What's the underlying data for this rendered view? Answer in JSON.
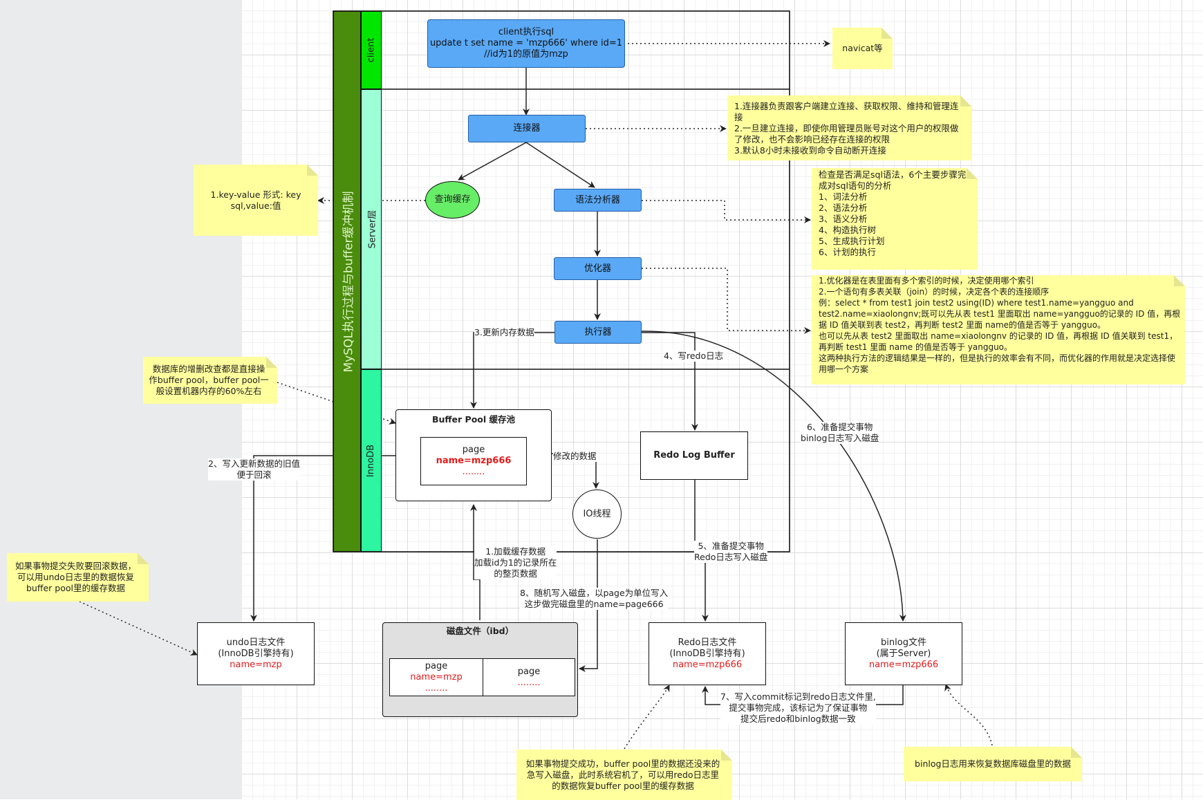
{
  "lanes": {
    "outer_title": "MySQL执行过程与buffer缓冲机制",
    "client": "client",
    "server": "Server层",
    "innodb": "InnoDB"
  },
  "client_sql": {
    "line1": "client执行sql",
    "line2": "update t set name = 'mzp666'  where id=1",
    "line3": "//id为1的原值为mzp"
  },
  "navicat": "navicat等",
  "connector": "连接器",
  "query_cache": "查询缓存",
  "parser": "语法分析器",
  "optimizer": "优化器",
  "executor": "执行器",
  "buffer_pool": {
    "title": "Buffer Pool 缓存池",
    "page": "page",
    "value": "name=mzp666",
    "dots": "........"
  },
  "redo_buffer": "Redo Log Buffer",
  "io_thread": "IO线程",
  "disk": {
    "title": "磁盘文件（ibd）",
    "page1": "page",
    "page1_value": "name=mzp",
    "page1_dots": "........",
    "page2": "page",
    "page2_dots": "........"
  },
  "undo_file": {
    "line1": "undo日志文件",
    "line2": "(InnoDB引擎持有)",
    "value": "name=mzp"
  },
  "redo_file": {
    "line1": "Redo日志文件",
    "line2": "(InnoDB引擎持有)",
    "value": "name=mzp666"
  },
  "binlog_file": {
    "line1": "binlog文件",
    "line2": "(属于Server)",
    "value": "name=mzp666"
  },
  "notes": {
    "connector": [
      "1.连接器负责跟客户端建立连接、获取权限、维持和管理连接",
      "2.一旦建立连接，即使你用管理员账号对这个用户的权限做了修改，也不会影响已经存在连接的权限",
      "3.默认8小时未接收到命令自动断开连接"
    ],
    "cache": [
      "1.key-value 形式: key sql,value:值"
    ],
    "parser": [
      "检查是否满足sql语法，6个主要步骤完成对sql语句的分析",
      "1、词法分析",
      "2、语法分析",
      "3、语义分析",
      "4、构造执行树",
      "5、生成执行计划",
      "6、计划的执行"
    ],
    "optimizer": [
      "1.优化器是在表里面有多个索引的时候，决定使用哪个索引",
      "2.一个语句有多表关联（join）的时候，决定各个表的连接顺序",
      "例：select * from test1 join test2 using(ID) where test1.name=yangguo and test2.name=xiaolongnv;既可以先从表 test1 里面取出 name=yangguo的记录的 ID 值，再根据 ID 值关联到表 test2，再判断 test2 里面 name的值是否等于 yangguo。",
      "也可以先从表 test2 里面取出 name=xiaolongnv 的记录的 ID 值，再根据 ID 值关联到 test1，再判断 test1 里面 name 的值是否等于 yangguo。",
      "这两种执行方法的逻辑结果是一样的，但是执行的效率会有不同，而优化器的作用就是决定选择使用哪一个方案"
    ],
    "buffer_pool": [
      "数据库的增删改查都是直接操作buffer pool，buffer pool一般设置机器内存的60%左右"
    ],
    "undo": [
      "如果事物提交失败要回滚数据，可以用undo日志里的数据恢复buffer pool里的缓存数据"
    ],
    "redo": [
      "如果事物提交成功，buffer pool里的数据还没来的急写入磁盘，此时系统宕机了，可以用redo日志里的数据恢复buffer pool里的缓存数据"
    ],
    "binlog": [
      "binlog日志用来恢复数据库磁盘里的数据"
    ]
  },
  "edges": {
    "step1": [
      "1.加载缓存数据",
      "加载id为1的记录所在",
      "的整页数据"
    ],
    "step2": [
      "2、写入更新数据的旧值",
      "便于回滚"
    ],
    "step3": "3.更新内存数据",
    "step4": "4、写redo日志",
    "step5": [
      "5、准备提交事物",
      "Redo日志写入磁盘"
    ],
    "step6": [
      "6、准备提交事物",
      "binlog日志写入磁盘"
    ],
    "step7": [
      "7、写入commit标记到redo日志文件里,",
      "提交事物完成，该标记为了保证事物",
      "提交后redo和binlog数据一致"
    ],
    "step8": [
      "8、随机写入磁盘，以page为单位写入",
      "这步做完磁盘里的name=page666"
    ],
    "modified": "修改的数据"
  },
  "colors": {
    "outer_lane": "#4a8c0b",
    "client_lane": "#00e600",
    "server_lane": "#9cffd6",
    "innodb_lane": "#2df5a0",
    "process": "#5aa9f7",
    "cache": "#66ee66",
    "note": "#ffff9e",
    "disk": "#e0e0e0",
    "highlight": "#e21c1c"
  }
}
